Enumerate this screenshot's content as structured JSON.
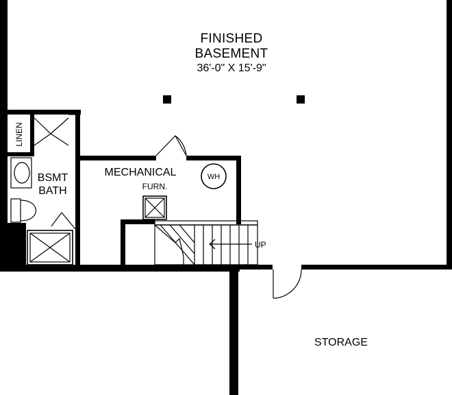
{
  "rooms": {
    "finished_basement": {
      "name_line1": "FINISHED",
      "name_line2": "BASEMENT",
      "dimensions": "36'-0\" X 15'-9\""
    },
    "mechanical": {
      "name": "MECHANICAL"
    },
    "bsmt_bath": {
      "name_line1": "BSMT",
      "name_line2": "BATH"
    },
    "linen": {
      "name": "LINEN"
    },
    "storage": {
      "name": "STORAGE"
    }
  },
  "fixtures": {
    "water_heater": "WH",
    "furnace": "FURN."
  },
  "stairs": {
    "direction_label": "UP"
  }
}
